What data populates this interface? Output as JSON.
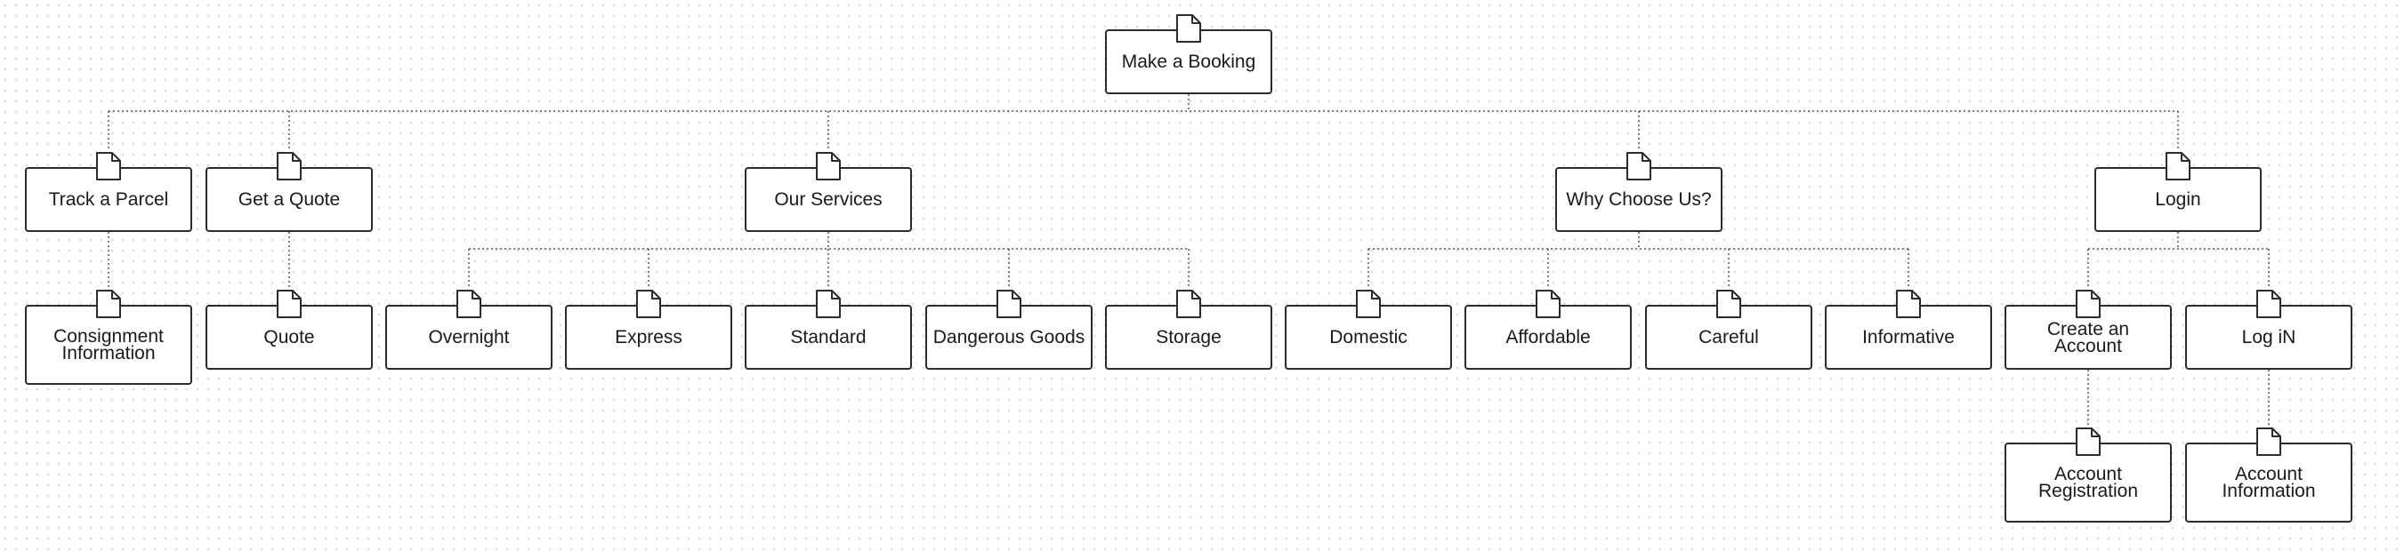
{
  "sitemap": {
    "root": {
      "id": "make-a-booking",
      "label": "Make a Booking"
    },
    "sections": [
      {
        "id": "track-a-parcel",
        "label": "Track a Parcel",
        "children": [
          {
            "id": "consignment-information",
            "label": "Consignment Information"
          }
        ]
      },
      {
        "id": "get-a-quote",
        "label": "Get a Quote",
        "children": [
          {
            "id": "quote",
            "label": "Quote"
          }
        ]
      },
      {
        "id": "our-services",
        "label": "Our Services",
        "children": [
          {
            "id": "overnight",
            "label": "Overnight"
          },
          {
            "id": "express",
            "label": "Express"
          },
          {
            "id": "standard",
            "label": "Standard"
          },
          {
            "id": "dangerous-goods",
            "label": "Dangerous Goods"
          },
          {
            "id": "storage",
            "label": "Storage"
          }
        ]
      },
      {
        "id": "why-choose-us",
        "label": "Why Choose Us?",
        "children": [
          {
            "id": "domestic",
            "label": "Domestic"
          },
          {
            "id": "affordable",
            "label": "Affordable"
          },
          {
            "id": "careful",
            "label": "Careful"
          },
          {
            "id": "informative",
            "label": "Informative"
          }
        ]
      },
      {
        "id": "login",
        "label": "Login",
        "children": [
          {
            "id": "create-an-account",
            "label": "Create an Account",
            "children": [
              {
                "id": "account-registration",
                "label": "Account Registration"
              }
            ]
          },
          {
            "id": "log-in",
            "label": "Log iN",
            "children": [
              {
                "id": "account-information",
                "label": "Account Information"
              }
            ]
          }
        ]
      }
    ]
  },
  "colors": {
    "node_border": "#2b2b2b",
    "connector": "#555555",
    "background": "#ffffff",
    "grid_dot": "#dcdcdc"
  },
  "icons": {
    "page": "document-icon"
  }
}
